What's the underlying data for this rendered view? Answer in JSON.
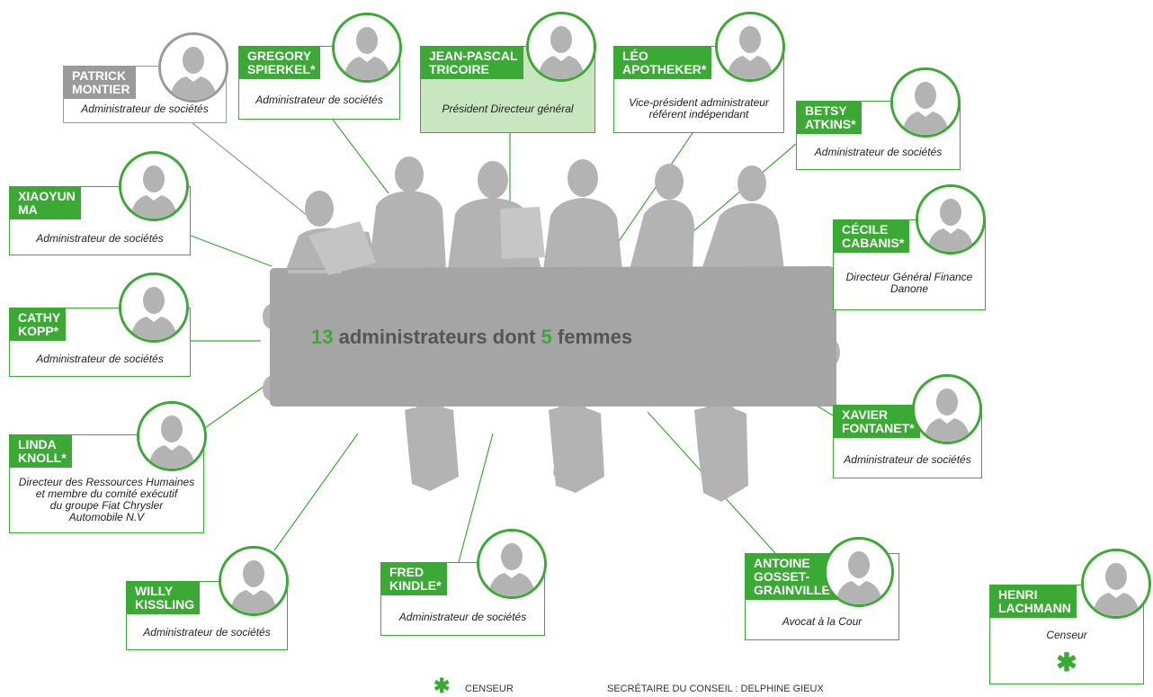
{
  "headline": {
    "count": "13",
    "mid": "administrateurs dont",
    "women": "5",
    "end": "femmes"
  },
  "members": [
    {
      "name": "PATRICK\nMONTIER",
      "role": "Administrateur de sociétés"
    },
    {
      "name": "GREGORY\nSPIERKEL*",
      "role": "Administrateur de sociétés"
    },
    {
      "name": "JEAN-PASCAL\nTRICOIRE",
      "role": "Président Directeur général"
    },
    {
      "name": "LÉO\nAPOTHEKER*",
      "role": "Vice-président administrateur\nréférent indépendant"
    },
    {
      "name": "BETSY\nATKINS*",
      "role": "Administrateur de sociétés"
    },
    {
      "name": "XIAOYUN\nMA",
      "role": "Administrateur de sociétés"
    },
    {
      "name": "CÉCILE\nCABANIS*",
      "role": "Directeur Général Finance\nDanone"
    },
    {
      "name": "CATHY\nKOPP*",
      "role": "Administrateur de sociétés"
    },
    {
      "name": "XAVIER\nFONTANET*",
      "role": "Administrateur de sociétés"
    },
    {
      "name": "LINDA\nKNOLL*",
      "role": "Directeur des Ressources Humaines\net membre du comité exécutif\ndu groupe Fiat Chrysler\nAutomobile N.V"
    },
    {
      "name": "WILLY\nKISSLING",
      "role": "Administrateur de sociétés"
    },
    {
      "name": "FRED\nKINDLE*",
      "role": "Administrateur de sociétés"
    },
    {
      "name": "ANTOINE\nGOSSET-\nGRAINVILLE*",
      "role": "Avocat à la Cour"
    },
    {
      "name": "HENRI\nLACHMANN",
      "role": "Censeur"
    }
  ],
  "legend": {
    "censeur_star": "✱",
    "censeur_label": "CENSEUR",
    "secretary": "SECRÉTAIRE DU CONSEIL : DELPHINE GIEUX"
  },
  "colors": {
    "accent": "#3aaa35",
    "grey": "#9a9a9a",
    "silhouette": "#b3b3b3",
    "highlight": "#c8e6bf"
  }
}
